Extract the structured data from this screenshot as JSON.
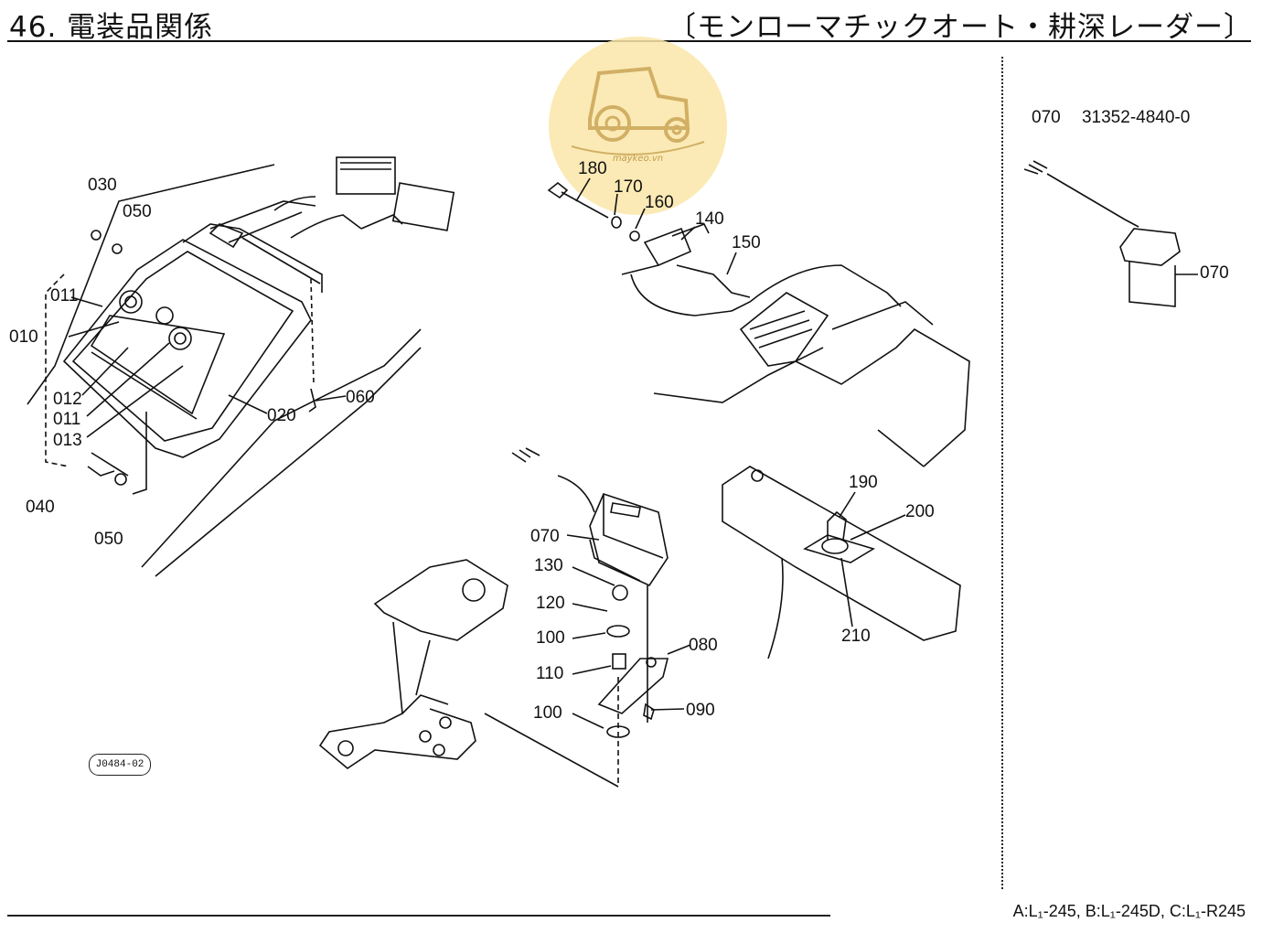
{
  "header": {
    "section_title": "46. 電装品関係",
    "model_title": "〔モンローマチックオート・耕深レーダー〕"
  },
  "sidebar": {
    "code_line": "070 31352-4840-0"
  },
  "labels": {
    "l030": "030",
    "l050a": "050",
    "l011a": "011",
    "l010": "010",
    "l012": "012",
    "l011b": "011",
    "l013": "013",
    "l020": "020",
    "l060": "060",
    "l040": "040",
    "l050b": "050",
    "l180": "180",
    "l170": "170",
    "l160": "160",
    "l140": "140",
    "l150": "150",
    "l070a": "070",
    "l130": "130",
    "l120": "120",
    "l100a": "100",
    "l110": "110",
    "l100b": "100",
    "l080": "080",
    "l090": "090",
    "l190": "190",
    "l200": "200",
    "l210": "210",
    "l070b": "070"
  },
  "reference_code": "J0484-02",
  "logo": {
    "text": "maykeo.vn",
    "color": "#fbe7a9"
  },
  "footer": {
    "models": "A:L₁-245, B:L₁-245D, C:L₁-R245"
  }
}
